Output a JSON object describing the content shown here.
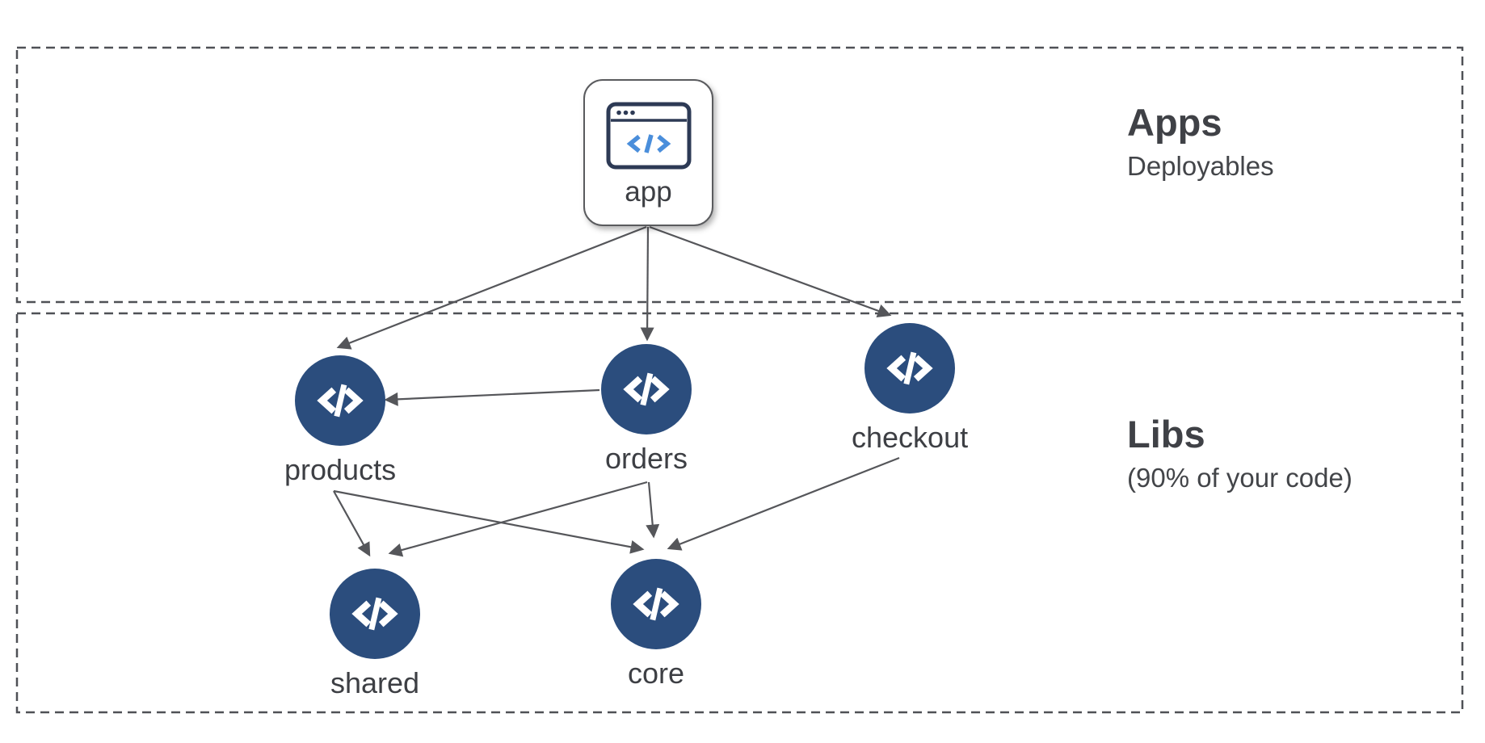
{
  "diagram": {
    "groups": {
      "apps": {
        "title": "Apps",
        "subtitle": "Deployables"
      },
      "libs": {
        "title": "Libs",
        "subtitle": "(90% of your code)"
      }
    },
    "nodes": {
      "app": {
        "label": "app",
        "type": "application",
        "icon": "browser-window-code-icon"
      },
      "products": {
        "label": "products",
        "type": "library",
        "icon": "code-icon"
      },
      "orders": {
        "label": "orders",
        "type": "library",
        "icon": "code-icon"
      },
      "checkout": {
        "label": "checkout",
        "type": "library",
        "icon": "code-icon"
      },
      "shared": {
        "label": "shared",
        "type": "library",
        "icon": "code-icon"
      },
      "core": {
        "label": "core",
        "type": "library",
        "icon": "code-icon"
      }
    },
    "edges": [
      {
        "from": "app",
        "to": "products"
      },
      {
        "from": "app",
        "to": "orders"
      },
      {
        "from": "app",
        "to": "checkout"
      },
      {
        "from": "orders",
        "to": "products"
      },
      {
        "from": "products",
        "to": "shared"
      },
      {
        "from": "products",
        "to": "core"
      },
      {
        "from": "orders",
        "to": "shared"
      },
      {
        "from": "orders",
        "to": "core"
      },
      {
        "from": "checkout",
        "to": "core"
      }
    ],
    "colors": {
      "node_fill": "#2b4d7d",
      "edge_line": "#55565a",
      "dashed_border": "#4f5156",
      "text": "#3d3f44",
      "icon_blue": "#4a8edb",
      "icon_navy": "#2d3a55"
    }
  }
}
